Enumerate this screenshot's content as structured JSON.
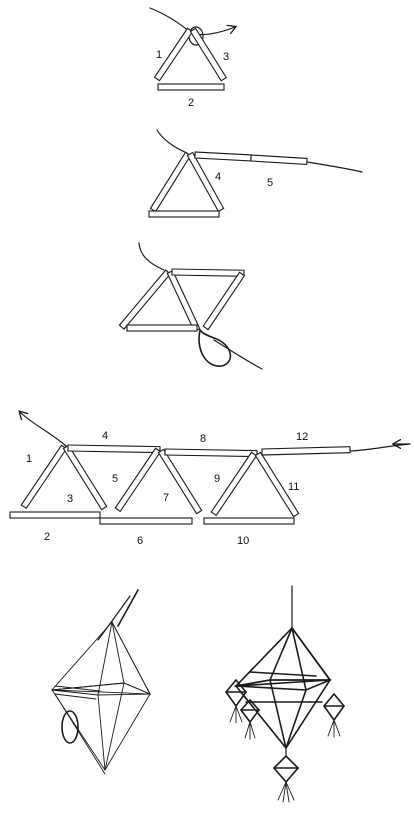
{
  "steps": [
    {
      "step": 1,
      "labels": [
        "1",
        "2",
        "3"
      ]
    },
    {
      "step": 2,
      "labels": [
        "4",
        "5"
      ]
    },
    {
      "step": 3,
      "labels": []
    },
    {
      "step": 4,
      "labels": [
        "1",
        "2",
        "3",
        "4",
        "5",
        "6",
        "7",
        "8",
        "9",
        "10",
        "11",
        "12"
      ]
    },
    {
      "step": 5,
      "figures": [
        "threaded-octahedron",
        "finished-himmeli-with-hanging-ornaments"
      ]
    }
  ]
}
